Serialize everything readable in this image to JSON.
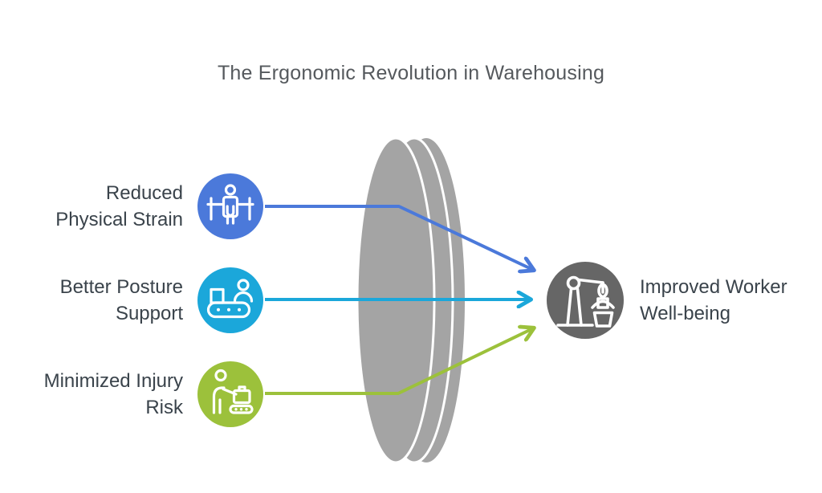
{
  "title": "The Ergonomic Revolution in Warehousing",
  "colors": {
    "input_blue": "#4b79da",
    "input_cyan": "#1ba7da",
    "input_green": "#9cc13b",
    "lens_gray": "#a4a4a4",
    "output_gray": "#666666",
    "title_text": "#55595d",
    "label_text": "#3a434b"
  },
  "inputs": [
    {
      "label": "Reduced\nPhysical Strain",
      "icon": "standing-desk-worker-icon",
      "color": "#4b79da"
    },
    {
      "label": "Better Posture\nSupport",
      "icon": "conveyor-belt-worker-icon",
      "color": "#1ba7da"
    },
    {
      "label": "Minimized Injury\nRisk",
      "icon": "worker-loading-case-icon",
      "color": "#9cc13b"
    }
  ],
  "output": {
    "label": "Improved Worker\nWell-being",
    "icon": "lift-assist-robot-icon",
    "color": "#666666"
  }
}
